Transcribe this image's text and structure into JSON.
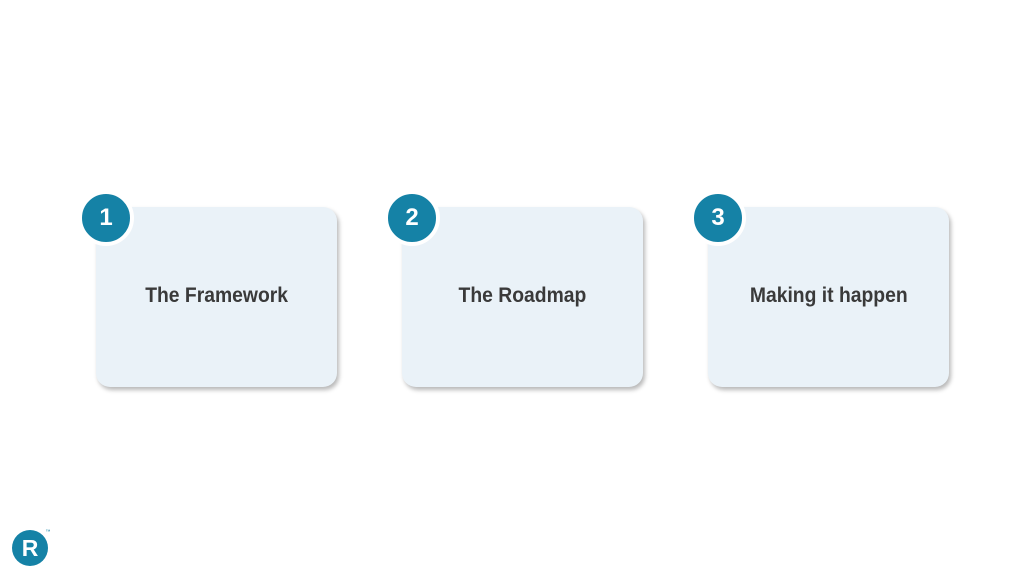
{
  "steps": [
    {
      "number": "1",
      "label": "The Framework"
    },
    {
      "number": "2",
      "label": "The Roadmap"
    },
    {
      "number": "3",
      "label": "Making it happen"
    }
  ],
  "colors": {
    "badge": "#1582a6",
    "card": "#eaf2f8",
    "text": "#3a3a3a",
    "logo": "#1582a6"
  },
  "logo": {
    "letter": "R",
    "trademark": "™"
  }
}
